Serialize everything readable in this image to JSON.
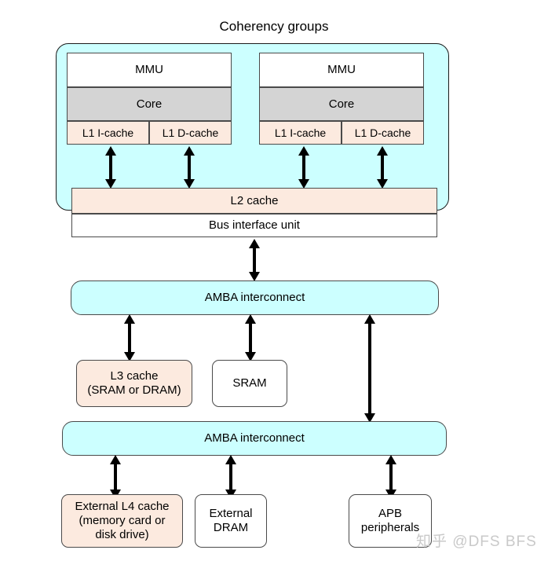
{
  "diagram": {
    "title": "Coherency groups",
    "colors": {
      "cyan": "#ccffff",
      "peach": "#fceadf",
      "gray": "#d4d4d4",
      "white": "#ffffff",
      "stroke": "#4a4a4a",
      "arrow": "#000000",
      "watermark": "#c9c9c9"
    },
    "cores": [
      {
        "mmu": "MMU",
        "core": "Core",
        "l1_icache": "L1 I-cache",
        "l1_dcache": "L1 D-cache"
      },
      {
        "mmu": "MMU",
        "core": "Core",
        "l1_icache": "L1 I-cache",
        "l1_dcache": "L1 D-cache"
      }
    ],
    "l2_cache": "L2 cache",
    "bus_interface_unit": "Bus interface unit",
    "amba_interconnect_upper": "AMBA interconnect",
    "l3_cache": "L3 cache\n(SRAM or DRAM)",
    "l3_cache_line1": "L3 cache",
    "l3_cache_line2": "(SRAM or DRAM)",
    "sram": "SRAM",
    "amba_interconnect_lower": "AMBA interconnect",
    "external_l4_line1": "External L4 cache",
    "external_l4_line2": "(memory card or",
    "external_l4_line3": "disk drive)",
    "external_dram_line1": "External",
    "external_dram_line2": "DRAM",
    "apb_line1": "APB",
    "apb_line2": "peripherals",
    "watermark": "知乎 @DFS BFS"
  }
}
